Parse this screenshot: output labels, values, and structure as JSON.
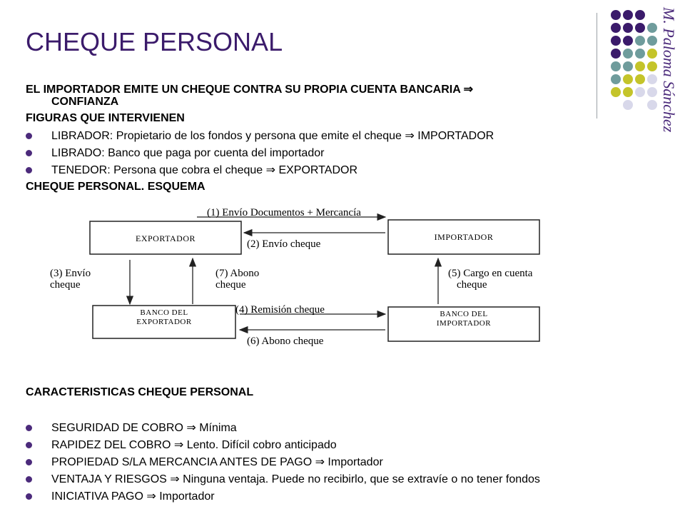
{
  "slide": {
    "title": "CHEQUE PERSONAL",
    "author": "M. Paloma Sánchez"
  },
  "decor": {
    "colors": {
      "purple": "#3b1b6b",
      "teal": "#6f9c9c",
      "olive": "#c4c42a",
      "lavender": "#d8d8ea"
    }
  },
  "content": {
    "intro_line1": "EL IMPORTADOR EMITE UN CHEQUE CONTRA SU PROPIA CUENTA BANCARIA ⇒",
    "intro_line2": "CONFIANZA",
    "figuras_heading": "FIGURAS QUE INTERVIENEN",
    "figuras": [
      "LIBRADOR: Propietario de los fondos y persona que emite el cheque ⇒ IMPORTADOR",
      "LIBRADO: Banco que paga por cuenta del importador",
      "TENEDOR: Persona que cobra el cheque ⇒ EXPORTADOR"
    ],
    "esquema_heading": "CHEQUE PERSONAL. ESQUEMA",
    "caracteristicas_heading": "CARACTERISTICAS CHEQUE PERSONAL",
    "caracteristicas": [
      "SEGURIDAD DE COBRO ⇒ Mínima",
      "RAPIDEZ DEL COBRO ⇒ Lento. Difícil cobro anticipado",
      "PROPIEDAD S/LA MERCANCIA ANTES DE PAGO ⇒ Importador",
      "VENTAJA Y RIESGOS ⇒ Ninguna ventaja. Puede no recibirlo, que se extravíe o no tener fondos",
      "INICIATIVA PAGO ⇒ Importador"
    ]
  },
  "diagram": {
    "boxes": {
      "exportador": "EXPORTADOR",
      "importador": "IMPORTADOR",
      "banco_exportador_1": "BANCO DEL",
      "banco_exportador_2": "EXPORTADOR",
      "banco_importador_1": "BANCO DEL",
      "banco_importador_2": "IMPORTADOR"
    },
    "arrows": {
      "a1": "(1) Envío Documentos + Mercancía",
      "a2": "(2) Envío cheque",
      "a3_1": "(3) Envío",
      "a3_2": "cheque",
      "a4": "(4) Remisión cheque",
      "a5_1": "(5) Cargo en cuenta",
      "a5_2": "cheque",
      "a6": "(6) Abono cheque",
      "a7_1": "(7) Abono",
      "a7_2": "cheque"
    }
  }
}
